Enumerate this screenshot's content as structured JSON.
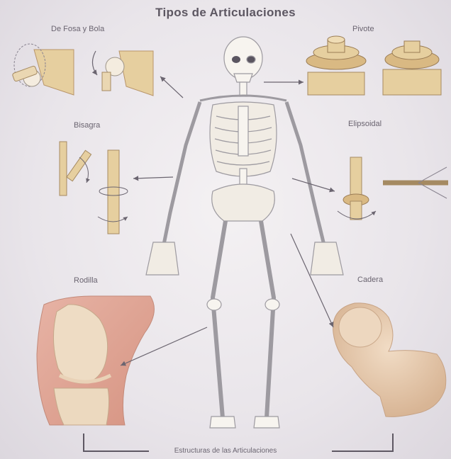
{
  "title": "Tipos de Articulaciones",
  "labels": {
    "fosa_y_bola": "De Fosa y Bola",
    "pivote": "Pivote",
    "bisagra": "Bisagra",
    "elipsoidal": "Elipsoidal",
    "rodilla": "Rodilla",
    "cadera": "Cadera"
  },
  "footer": "Estructuras de las Articulaciones",
  "colors": {
    "bone": "#efe6d8",
    "wood": "#e9cf9f",
    "wood_dark": "#c9a671",
    "knee_tissue": "#e2a89a",
    "hip_bone": "#e6c9ae",
    "line": "#6b6570"
  }
}
